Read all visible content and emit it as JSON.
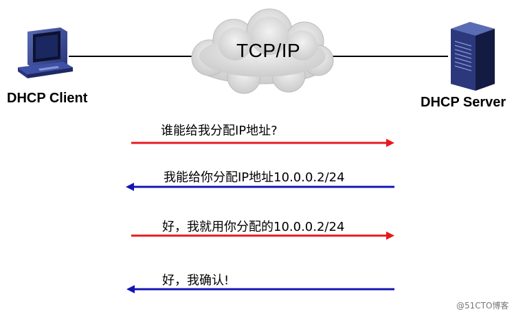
{
  "network": {
    "label": "TCP/IP"
  },
  "client": {
    "label": "DHCP Client",
    "icon": "desktop-computer-icon"
  },
  "server": {
    "label": "DHCP Server",
    "icon": "tower-server-icon"
  },
  "messages": [
    {
      "text": "谁能给我分配IP地址?",
      "direction": "client-to-server",
      "color": "#e8181e"
    },
    {
      "text": "我能给你分配IP地址10.0.0.2/24",
      "direction": "server-to-client",
      "color": "#1414b4"
    },
    {
      "text": "好，我就用你分配的10.0.0.2/24",
      "direction": "client-to-server",
      "color": "#e8181e"
    },
    {
      "text": "好，我确认!",
      "direction": "server-to-client",
      "color": "#1414b4"
    }
  ],
  "watermark": "@51CTO博客"
}
